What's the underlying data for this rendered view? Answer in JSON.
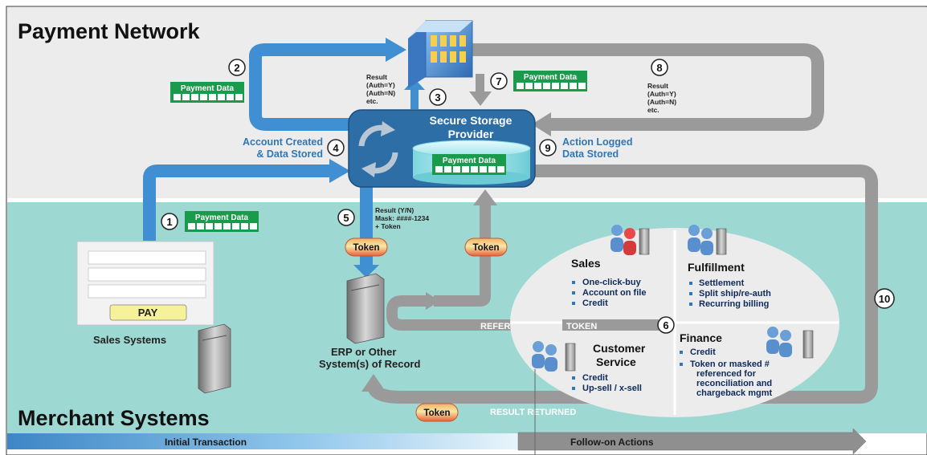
{
  "titles": {
    "payment_network": "Payment Network",
    "merchant_systems": "Merchant Systems"
  },
  "payment_data_label": "Payment Data",
  "steps": [
    "1",
    "2",
    "3",
    "4",
    "5",
    "6",
    "7",
    "8",
    "9",
    "10"
  ],
  "secure_storage": {
    "line1": "Secure Storage",
    "line2": "Provider"
  },
  "labels": {
    "account_created_1": "Account Created",
    "account_created_2": "& Data Stored",
    "action_logged_1": "Action Logged",
    "action_logged_2": "Data Stored",
    "sales_systems": "Sales Systems",
    "erp_1": "ERP or Other",
    "erp_2": "System(s) of Record",
    "pay_button": "PAY"
  },
  "result_left": [
    "Result",
    "(Auth=Y)",
    "(Auth=N)",
    "etc."
  ],
  "result_right": [
    "Result",
    "(Auth=Y)",
    "(Auth=N)",
    "etc."
  ],
  "result_yn": [
    "Result (Y/N)",
    "Mask: ####-1234",
    "+ Token"
  ],
  "token_label": "Token",
  "reference_token": "REFERENCE TOKEN",
  "result_returned": "RESULT RETURNED",
  "bands": {
    "initial": "Initial Transaction",
    "follow_on": "Follow-on Actions"
  },
  "sales": {
    "title": "Sales",
    "bullets": [
      "One-click-buy",
      "Account on file",
      "Credit"
    ]
  },
  "fulfillment": {
    "title": "Fulfillment",
    "bullets": [
      "Settlement",
      "Split ship/re-auth",
      "Recurring billing"
    ]
  },
  "customer_service": {
    "title_1": "Customer",
    "title_2": "Service",
    "bullets": [
      "Credit",
      "Up-sell / x-sell"
    ]
  },
  "finance": {
    "title": "Finance",
    "bullets": [
      "Credit",
      "Token or masked #",
      "referenced for",
      "reconciliation and",
      "chargeback mgmt"
    ]
  },
  "colors": {
    "top_bg": "#ececec",
    "bottom_bg": "#9ed8d3",
    "arrow_blue": "#3f8fd2",
    "arrow_gray": "#9a9a9a",
    "green": "#1a9b4b",
    "ssp_fill": "#2d6ea6"
  }
}
